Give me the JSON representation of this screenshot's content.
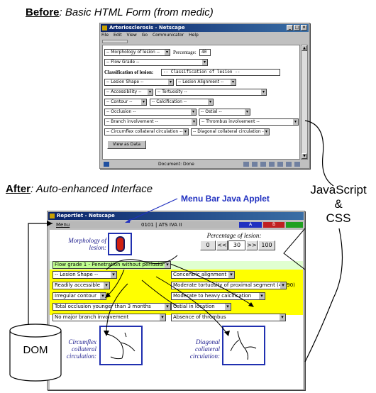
{
  "before": {
    "heading_bold": "Before",
    "heading_rest": ": Basic HTML Form (from medic)",
    "window_title": "Arteriosclerosis - Netscape",
    "menu": [
      "File",
      "Edit",
      "View",
      "Go",
      "Communicator",
      "Help"
    ],
    "fields": {
      "morphology": "-- Morphology of lesion --",
      "percentage_label": "Percentage:",
      "percentage_value": "40",
      "flow_grade": "-- Flow Grade --",
      "classification_label": "Classification of lesion:",
      "classification_value": "-- Classification of lesion --",
      "lesion_shape": "-- Lesion Shape --",
      "lesion_alignment": "-- Lesion Alignment --",
      "accessibility": "-- Accessibility --",
      "tortuosity": "-- Tortuosity --",
      "contour": "-- Contour --",
      "calcification": "-- Calcification --",
      "occlusion": "-- Occlusion --",
      "ostial": "-- Ostial --",
      "branch": "-- Branch involvement --",
      "thrombus": "-- Thrombus involvement --",
      "circumflex": "-- Circumflex collateral circulation --",
      "diagonal": "-- Diagonal collateral circulation --"
    },
    "view_button": "View as Data",
    "status": "Document: Done"
  },
  "after": {
    "heading_bold": "After",
    "heading_rest": ": Auto-enhanced Interface",
    "window_title": "Reportlet - Netscape",
    "menubar": {
      "menu": "Menu",
      "code": "0101 | ATS IVA II",
      "seg_a": "A",
      "seg_b": "B"
    },
    "morphology_label": "Morphology of lesion:",
    "percentage_label": "Percentage of lesion:",
    "stepper": {
      "min": "0",
      "dec": "<<",
      "value": "30",
      "inc": ">>",
      "max": "100"
    },
    "fields": {
      "flow_grade": "Flow grade 1 - Penetration without perfusion",
      "lesion_shape": "-- Lesion Shape --",
      "alignment": "Concentric alignment",
      "accessibility": "Readily accessible",
      "tortuosity": "Moderate tortuosity of proximal segment (45-90)",
      "contour": "Irregular contour",
      "calcification": "Moderate to heavy calcification",
      "occlusion": "Total occlusion younger than 3 months",
      "ostial": "Ostial in location",
      "branch": "No major branch involvement",
      "thrombus": "Absence of thrombus"
    },
    "circumflex_label": "Circumflex collateral circulation:",
    "diagonal_label": "Diagonal collateral circulation:"
  },
  "annotations": {
    "menu_applet": "Menu Bar Java Applet",
    "js_line1": "JavaScript",
    "js_line2": "&",
    "js_line3": "CSS",
    "dom": "DOM"
  },
  "colors": {
    "highlight": "#ffff00",
    "accent_blue": "#2030c0",
    "title_bar": "#0a246a"
  }
}
